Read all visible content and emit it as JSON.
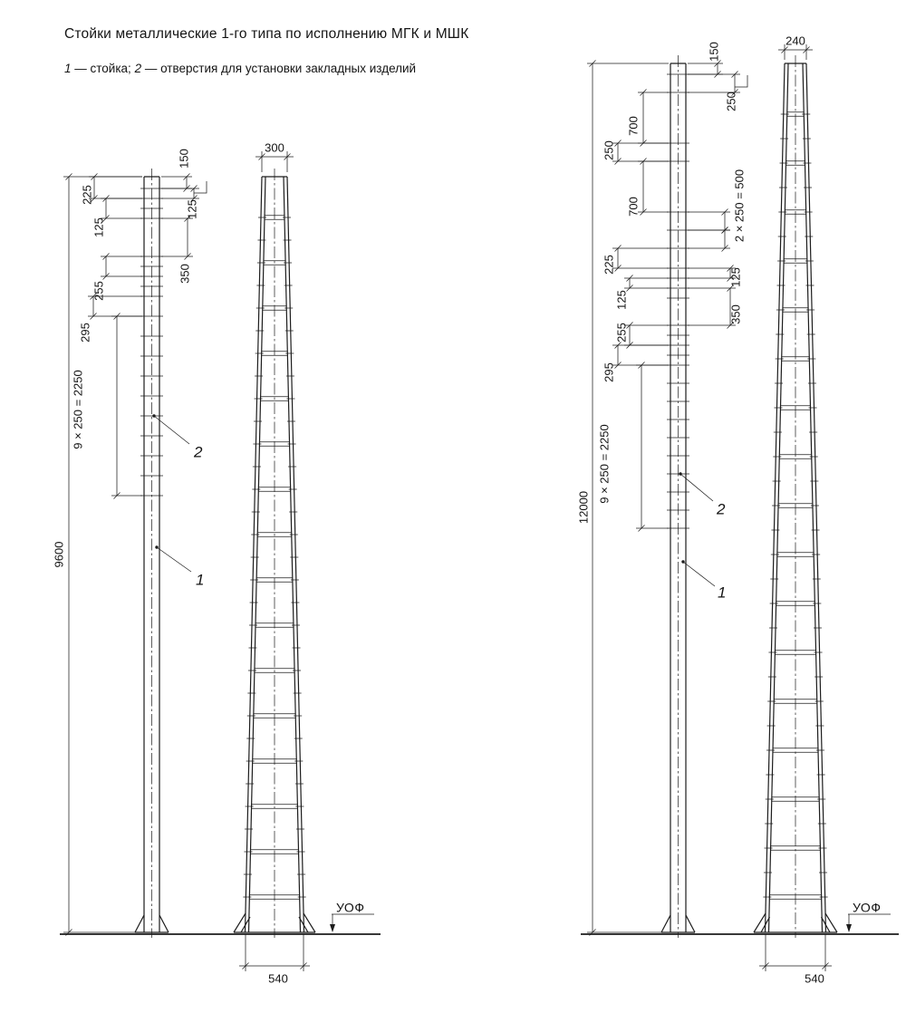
{
  "title": "Стойки металлические 1-го типа по исполнению МГК и МШК",
  "legend": {
    "n1": "1",
    "t1": " — стойка; ",
    "n2": "2",
    "t2": " — отверстия для установки закладных изделий"
  },
  "colors": {
    "ink": "#1c1c1c",
    "background": "#ffffff"
  },
  "left": {
    "height": "9600",
    "top_width": "300",
    "base_width": "540",
    "ground_mark": "УОФ",
    "callout_stand": "1",
    "callout_holes": "2",
    "dims": {
      "d150": "150",
      "d225": "225",
      "d125_right": "125",
      "d125_left": "125",
      "d350": "350",
      "d255": "255",
      "d295": "295",
      "d2250": "9 × 250 = 2250"
    }
  },
  "right": {
    "height": "12000",
    "top_width": "240",
    "base_width": "540",
    "ground_mark": "УОФ",
    "callout_stand": "1",
    "callout_holes": "2",
    "dims": {
      "d150": "150",
      "d250_right": "250",
      "d700_upper": "700",
      "d250_left": "250",
      "d700_lower": "700",
      "d500": "2 × 250 = 500",
      "d225": "225",
      "d125_right": "125",
      "d125_left": "125",
      "d350": "350",
      "d255": "255",
      "d295": "295",
      "d2250": "9 × 250 = 2250"
    }
  }
}
